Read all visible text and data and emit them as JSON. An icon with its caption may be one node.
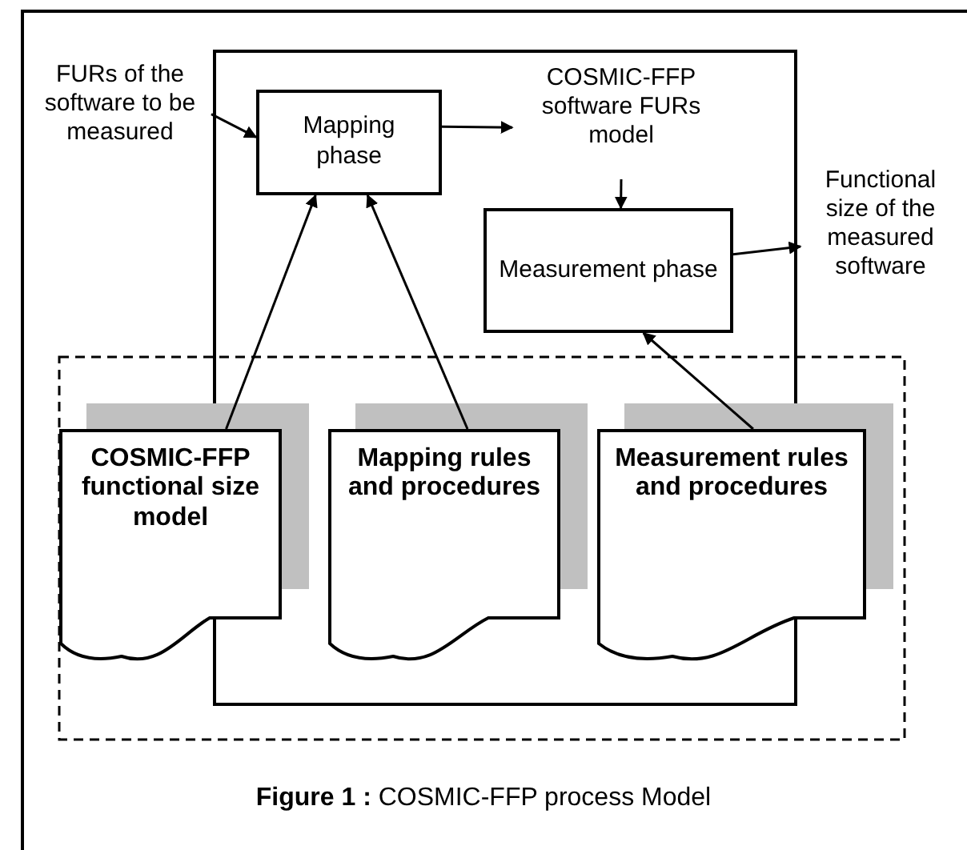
{
  "diagram": {
    "caption": "**Figure 1 :** COSMIC-FFP process Model",
    "nodes": [
      {
        "text": [
          "FURs of the software to be measured"
        ]
      },
      {
        "text": [
          "Mapping phase"
        ]
      },
      {
        "text": [
          "COSMIC-FFP software FURs model"
        ]
      },
      {
        "text": [
          "Measurement phase"
        ]
      },
      {
        "text": [
          "Functional size of the measured software"
        ]
      },
      {
        "text": [
          "COSMIC-FFP functional size model"
        ]
      },
      {
        "text": [
          "Mapping rules and procedures"
        ]
      },
      {
        "text": [
          "Measurement rules and procedures"
        ]
      }
    ],
    "edges": [
      {
        "from": 0,
        "to": 1,
        "arrow": "to"
      },
      {
        "from": 1,
        "to": 2,
        "arrow": "to"
      },
      {
        "from": 2,
        "to": 3,
        "arrow": "to"
      },
      {
        "from": 3,
        "to": 4,
        "arrow": "to"
      },
      {
        "from": 5,
        "to": 1,
        "arrow": "to"
      },
      {
        "from": 6,
        "to": 1,
        "arrow": "to"
      },
      {
        "from": 7,
        "to": 3,
        "arrow": "to"
      }
    ]
  }
}
